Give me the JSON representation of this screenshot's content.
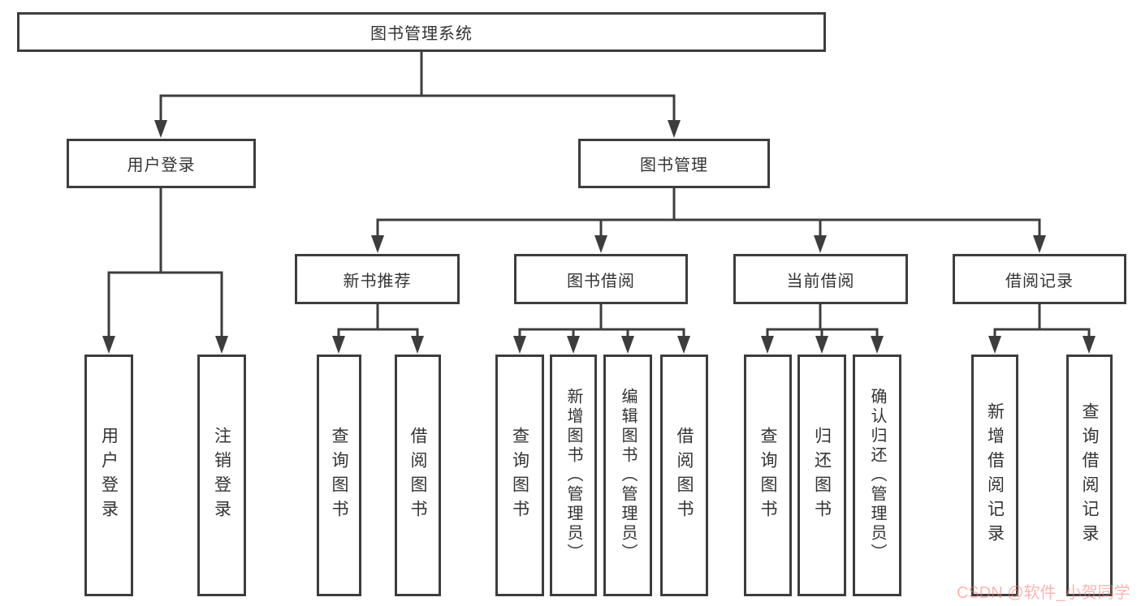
{
  "diagram": {
    "type": "hierarchy-flowchart",
    "title": "图书管理系统"
  },
  "nodes": {
    "root": {
      "label": "图书管理系统",
      "level": 1,
      "parent": null
    },
    "user_login": {
      "label": "用户登录",
      "level": 2,
      "parent": "root"
    },
    "book_mgmt": {
      "label": "图书管理",
      "level": 2,
      "parent": "root"
    },
    "leaf_user_login": {
      "label": "用户登录",
      "level": 3,
      "parent": "user_login"
    },
    "leaf_logout": {
      "label": "注销登录",
      "level": 3,
      "parent": "user_login"
    },
    "new_book_rec": {
      "label": "新书推荐",
      "level": 3,
      "parent": "book_mgmt"
    },
    "book_borrow": {
      "label": "图书借阅",
      "level": 3,
      "parent": "book_mgmt"
    },
    "current_borrow": {
      "label": "当前借阅",
      "level": 3,
      "parent": "book_mgmt"
    },
    "borrow_records": {
      "label": "借阅记录",
      "level": 3,
      "parent": "book_mgmt"
    },
    "nbr_query": {
      "label": "查询图书",
      "level": 4,
      "parent": "new_book_rec"
    },
    "nbr_borrow": {
      "label": "借阅图书",
      "level": 4,
      "parent": "new_book_rec"
    },
    "bb_query": {
      "label": "查询图书",
      "level": 4,
      "parent": "book_borrow"
    },
    "bb_add": {
      "label": "新增图书（管理员）",
      "level": 4,
      "parent": "book_borrow"
    },
    "bb_edit": {
      "label": "编辑图书（管理员）",
      "level": 4,
      "parent": "book_borrow"
    },
    "bb_borrow": {
      "label": "借阅图书",
      "level": 4,
      "parent": "book_borrow"
    },
    "cb_query": {
      "label": "查询图书",
      "level": 4,
      "parent": "current_borrow"
    },
    "cb_return": {
      "label": "归还图书",
      "level": 4,
      "parent": "current_borrow"
    },
    "cb_confirm": {
      "label": "确认归还（管理员）",
      "level": 4,
      "parent": "current_borrow"
    },
    "br_add": {
      "label": "新增借阅记录",
      "level": 4,
      "parent": "borrow_records"
    },
    "br_query": {
      "label": "查询借阅记录",
      "level": 4,
      "parent": "borrow_records"
    }
  },
  "watermark": {
    "text": "CSDN @软件_小贺同学",
    "color": "rgba(250,120,116,0.55)"
  },
  "colors": {
    "line": "#3d3d3d",
    "text": "#333333",
    "background": "#ffffff",
    "box_fill": "#ffffff"
  }
}
